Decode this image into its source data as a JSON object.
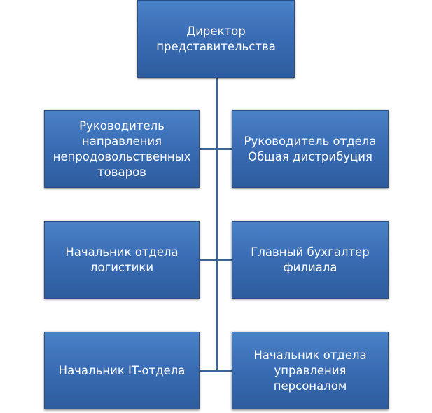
{
  "root": {
    "lines": [
      "Директор",
      "представительства"
    ]
  },
  "nodes": [
    {
      "lines": [
        "Руководитель",
        "направления",
        "непродовольственных",
        "товаров"
      ]
    },
    {
      "lines": [
        "Руководитель отдела",
        "Общая дистрибуция"
      ]
    },
    {
      "lines": [
        "Начальник отдела",
        "логистики"
      ]
    },
    {
      "lines": [
        "Главный бухгалтер",
        "филиала"
      ]
    },
    {
      "lines": [
        "Начальник IT-отдела"
      ]
    },
    {
      "lines": [
        "Начальник отдела",
        "управления",
        "персоналом"
      ]
    }
  ],
  "colors": {
    "box": "#3a6db5",
    "connector": "#3d6494"
  }
}
